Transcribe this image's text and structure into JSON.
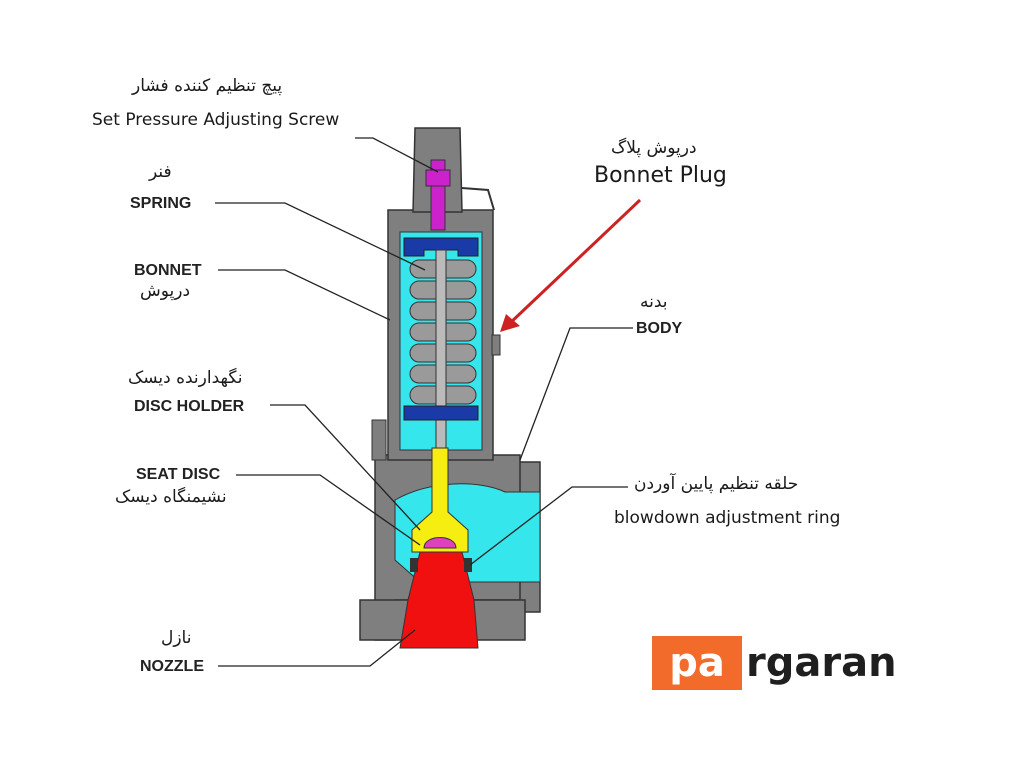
{
  "labels": {
    "adjusting_screw_fa": "پیچ تنظیم کننده فشار",
    "adjusting_screw_en": "Set Pressure Adjusting Screw",
    "spring_fa": "فنر",
    "spring_en": "SPRING",
    "bonnet_en": "BONNET",
    "bonnet_fa": "درپوش",
    "disc_holder_fa": "نگهدارنده دیسک",
    "disc_holder_en": "DISC HOLDER",
    "seat_disc_en": "SEAT DISC",
    "seat_disc_fa": "نشیمنگاه دیسک",
    "nozzle_fa": "نازل",
    "nozzle_en": "NOZZLE",
    "bonnet_plug_fa": "درپوش پلاگ",
    "bonnet_plug_en": "Bonnet Plug",
    "body_fa": "بدنه",
    "body_en": "BODY",
    "blowdown_fa": "حلقه تنظیم پایین آوردن",
    "blowdown_en": "blowdown adjustment ring"
  },
  "logo": {
    "highlight": "pa",
    "rest": "rgaran",
    "accent_color": "#f26b2a"
  },
  "colors": {
    "body": "#7f7f7f",
    "fluid": "#35e6ec",
    "spring": "#9a9a9a",
    "nozzle": "#f01010",
    "disc_holder": "#f5ee10",
    "seat_disc": "#e040c0",
    "adjusting_screw": "#cc22cc",
    "spring_button": "#1a3aa8",
    "arrow": "#cc2222"
  }
}
